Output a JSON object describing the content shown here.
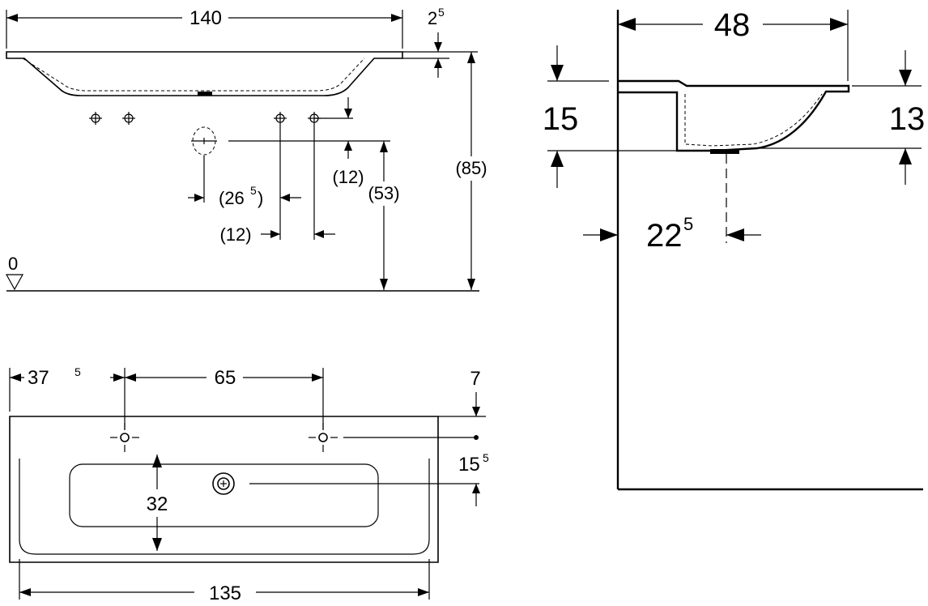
{
  "front_view": {
    "width_overall": "140",
    "rim_thickness_main": "2",
    "rim_thickness_sup": "5",
    "height_floor_to_rim": "(85)",
    "drain_height": "(53)",
    "drain_offset_vertical": "(12)",
    "valve_offset_main": "(26",
    "valve_offset_sup": "5",
    "valve_offset_close": ")",
    "valve_spacing": "(12)",
    "floor_level": "0"
  },
  "side_view": {
    "depth_overall": "48",
    "rim_height_left": "15",
    "rim_height_right": "13",
    "drain_distance_main": "22",
    "drain_distance_sup": "5"
  },
  "top_view": {
    "tap_offset_main": "37",
    "tap_offset_sup": "5",
    "tap_spacing": "65",
    "tap_from_back": "7",
    "drain_from_tap_main": "15",
    "drain_from_tap_sup": "5",
    "basin_depth": "32",
    "basin_width": "135"
  }
}
